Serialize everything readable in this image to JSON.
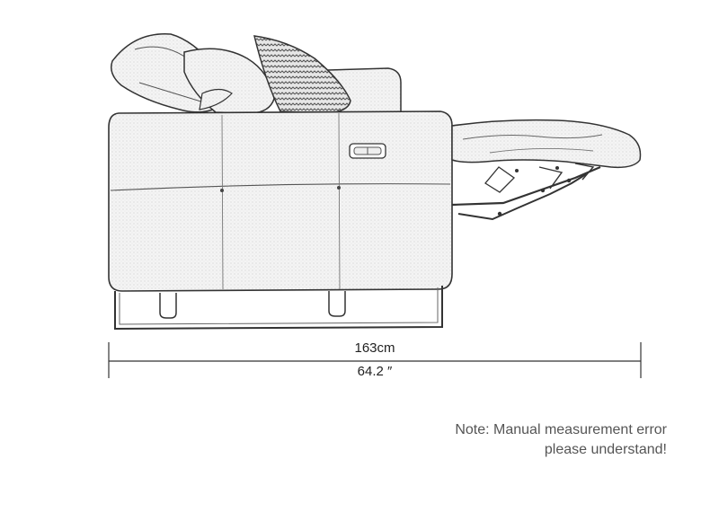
{
  "dimension": {
    "metric": "163cm",
    "imperial": "64.2 ″"
  },
  "note": {
    "line1": "Note: Manual measurement error",
    "line2": "please understand!"
  },
  "colors": {
    "line": "#333333",
    "fabric": "#d9d9d9",
    "text": "#222222",
    "note": "#555555"
  }
}
